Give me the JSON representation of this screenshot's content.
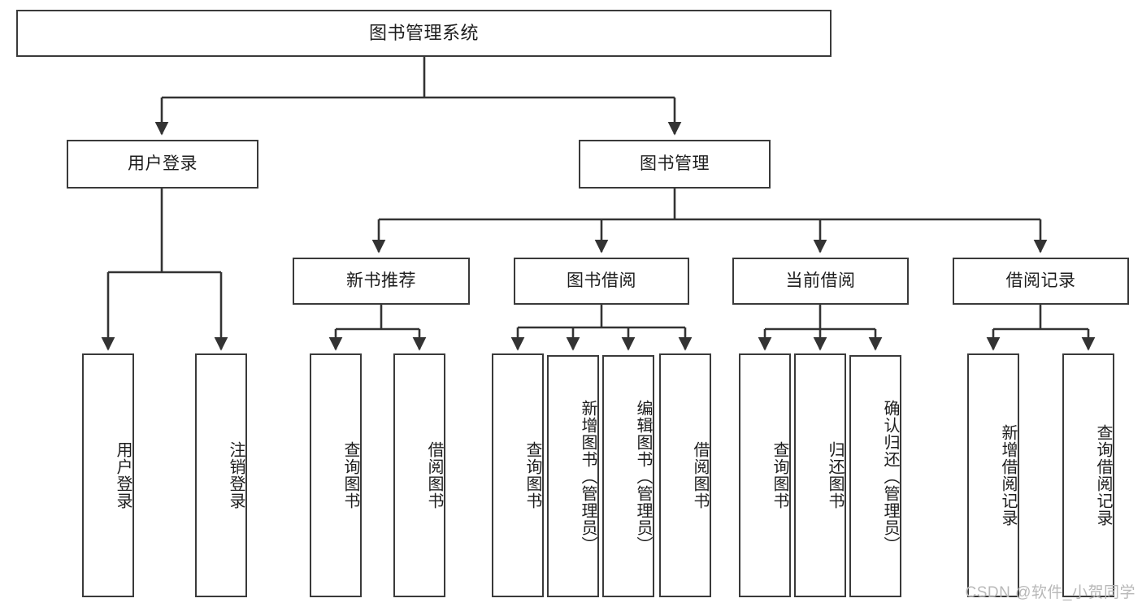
{
  "diagram": {
    "title": "图书管理系统",
    "type": "hierarchy-tree",
    "watermark": "CSDN @软件_小贺同学",
    "colors": {
      "box_border": "#3a3a3a",
      "box_fill": "#ffffff",
      "text": "#1d1d1d",
      "connector": "#333333",
      "watermark": "#b8b8b8",
      "background": "#ffffff"
    },
    "levels": {
      "root": {
        "label": "图书管理系统"
      },
      "level2": [
        {
          "label": "用户登录"
        },
        {
          "label": "图书管理"
        }
      ],
      "level3": [
        {
          "label": "新书推荐"
        },
        {
          "label": "图书借阅"
        },
        {
          "label": "当前借阅"
        },
        {
          "label": "借阅记录"
        }
      ],
      "leaves": {
        "user_login": [
          {
            "label": "用户登录"
          },
          {
            "label": "注销登录"
          }
        ],
        "new_book_recommend": [
          {
            "label": "查询图书"
          },
          {
            "label": "借阅图书"
          }
        ],
        "book_borrow": [
          {
            "label": "查询图书"
          },
          {
            "label": "新增图书（管理员）"
          },
          {
            "label": "编辑图书（管理员）"
          },
          {
            "label": "借阅图书"
          }
        ],
        "current_borrow": [
          {
            "label": "查询图书"
          },
          {
            "label": "归还图书"
          },
          {
            "label": "确认归还（管理员）"
          }
        ],
        "borrow_record": [
          {
            "label": "新增借阅记录"
          },
          {
            "label": "查询借阅记录"
          }
        ]
      }
    }
  }
}
